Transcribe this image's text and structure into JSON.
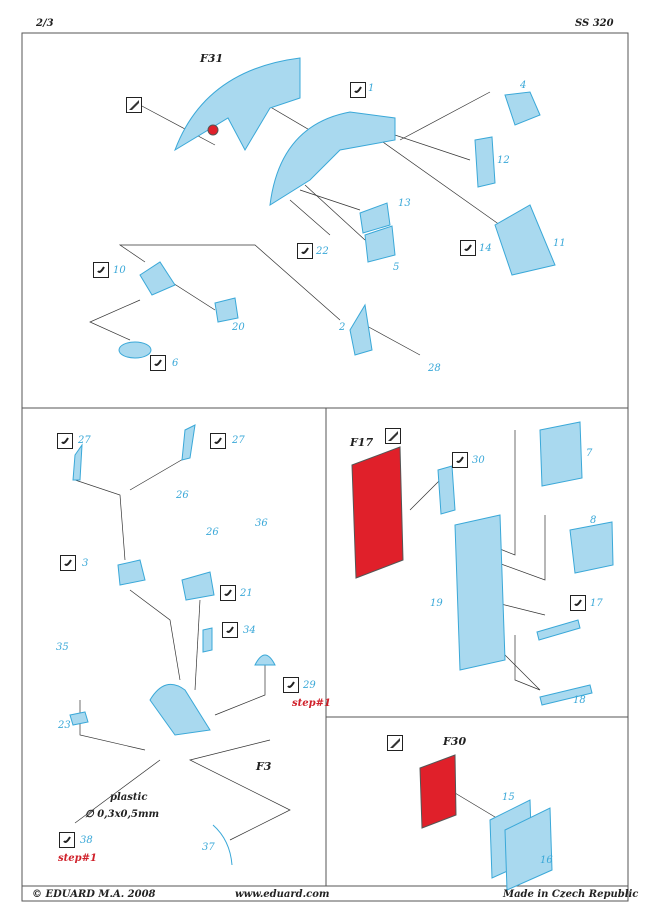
{
  "header": {
    "page": "2/3",
    "set": "SS 320"
  },
  "footer": {
    "copyright": "© EDUARD  M.A. 2008",
    "website": "www.eduard.com",
    "origin": "Made in Czech Republic"
  },
  "panels": {
    "top": {
      "part_ref": "F31",
      "labels": [
        "1",
        "4",
        "12",
        "13",
        "5",
        "22",
        "14",
        "11",
        "10",
        "20",
        "2",
        "28",
        "6"
      ]
    },
    "bottom_left": {
      "part_ref": "F3",
      "labels": [
        "27",
        "27",
        "26",
        "3",
        "26",
        "36",
        "21",
        "34",
        "35",
        "29",
        "23",
        "38",
        "37"
      ],
      "note_step_a": "step#1",
      "note_step_b": "step#1",
      "material": "plastic",
      "dimension": "∅ 0,3x0,5mm"
    },
    "bottom_right_top": {
      "part_ref": "F17",
      "labels": [
        "30",
        "7",
        "8",
        "17",
        "19",
        "18"
      ]
    },
    "bottom_right_bottom": {
      "part_ref": "F30",
      "labels": [
        "15",
        "16"
      ]
    }
  },
  "colors": {
    "etch": "#a9d9ef",
    "etch_stroke": "#3aa8d8",
    "painted": "#e0202a",
    "line": "#333333"
  }
}
